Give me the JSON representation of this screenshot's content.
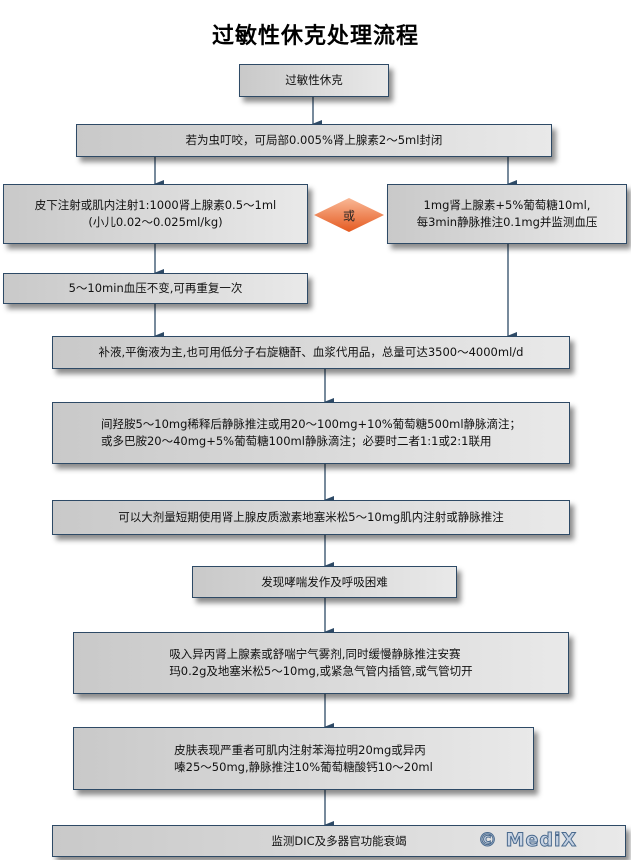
{
  "title": "过敏性休克处理流程",
  "nodes": {
    "start": "过敏性休克",
    "insect_bite": "若为虫叮咬，可局部0.005%肾上腺素2～5ml封闭",
    "subcutaneous": "皮下注射或肌内注射1:1000肾上腺素0.5～1ml\n(小儿0.02～0.025ml/kg)",
    "or_label": "或",
    "iv_epinephrine": "1mg肾上腺素+5%葡萄糖10ml,\n每3min静脉推注0.1mg并监测血压",
    "repeat": "5～10min血压不变,可再重复一次",
    "fluids": "补液,平衡液为主,也可用低分子右旋糖酐、血浆代用品，总量可达3500～4000ml/d",
    "vasopressors": "间羟胺5～10mg稀释后静脉推注或用20～100mg+10%葡萄糖500ml静脉滴注；\n或多巴胺20～40mg+5%葡萄糖100ml静脉滴注；必要时二者1:1或2:1联用",
    "steroids": "可以大剂量短期使用肾上腺皮质激素地塞米松5～10mg肌内注射或静脉推注",
    "wheezing": "发现哮喘发作及呼吸困难",
    "inhalation": "吸入异丙肾上腺素或舒喘宁气雾剂,同时缓慢静脉推注安赛\n玛0.2g及地塞米松5～10mg,或紧急气管内插管,或气管切开",
    "skin": "皮肤表现严重者可肌内注射苯海拉明20mg或异丙\n嗪25～50mg,静脉推注10%葡萄糖酸钙10～20ml",
    "monitor": "监测DIC及多器官功能衰竭"
  },
  "watermark": "© MediX",
  "colors": {
    "border": "#2e4a66",
    "arrow": "#2e4a66",
    "diamond_top": "#f7a882",
    "diamond_bottom": "#e8632a"
  }
}
